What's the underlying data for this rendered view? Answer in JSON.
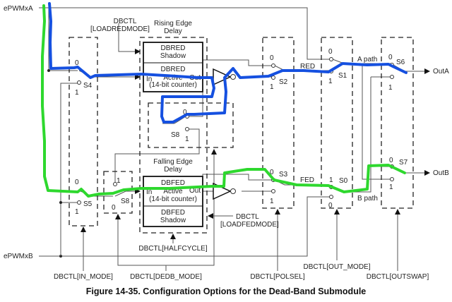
{
  "inputs": {
    "a": "ePWMxA",
    "b": "ePWMxB"
  },
  "outputs": {
    "a": "OutA",
    "b": "OutB"
  },
  "rising": {
    "title1": "Rising Edge",
    "title2": "Delay",
    "shadow1": "DBRED",
    "shadow2": "Shadow",
    "active1": "DBRED",
    "active2": "Active",
    "active3": "(14-bit counter)",
    "in": "In",
    "out": "Out"
  },
  "falling": {
    "title1": "Falling Edge",
    "title2": "Delay",
    "shadow1": "DBFED",
    "shadow2": "Shadow",
    "active1": "DBFED",
    "active2": "Active",
    "active3": "(14-bit counter)",
    "in": "In",
    "out": "Out"
  },
  "switches": {
    "s0": "S0",
    "s1": "S1",
    "s2": "S2",
    "s3": "S3",
    "s4": "S4",
    "s5": "S5",
    "s6": "S6",
    "s7": "S7",
    "s8": "S8",
    "zero": "0",
    "one": "1"
  },
  "signals": {
    "red": "RED",
    "fed": "FED",
    "apath": "A path",
    "bpath": "B path"
  },
  "controls": {
    "loadred1": "DBCTL",
    "loadred2": "[LOADREDMODE]",
    "loadfed1": "DBCTL",
    "loadfed2": "[LOADFEDMODE]",
    "halfcycle": "DBCTL[HALFCYCLE]",
    "in_mode": "DBCTL[IN_MODE]",
    "dedb_mode": "DBCTL[DEDB_MODE]",
    "polsel": "DBCTL[POLSEL]",
    "out_mode": "DBCTL[OUT_MODE]",
    "outswap": "DBCTL[OUTSWAP]"
  },
  "caption": "Figure 14-35. Configuration Options for the Dead-Band Submodule",
  "annotation_colors": {
    "a_path": "#1550e0",
    "b_path": "#2ed82e"
  }
}
